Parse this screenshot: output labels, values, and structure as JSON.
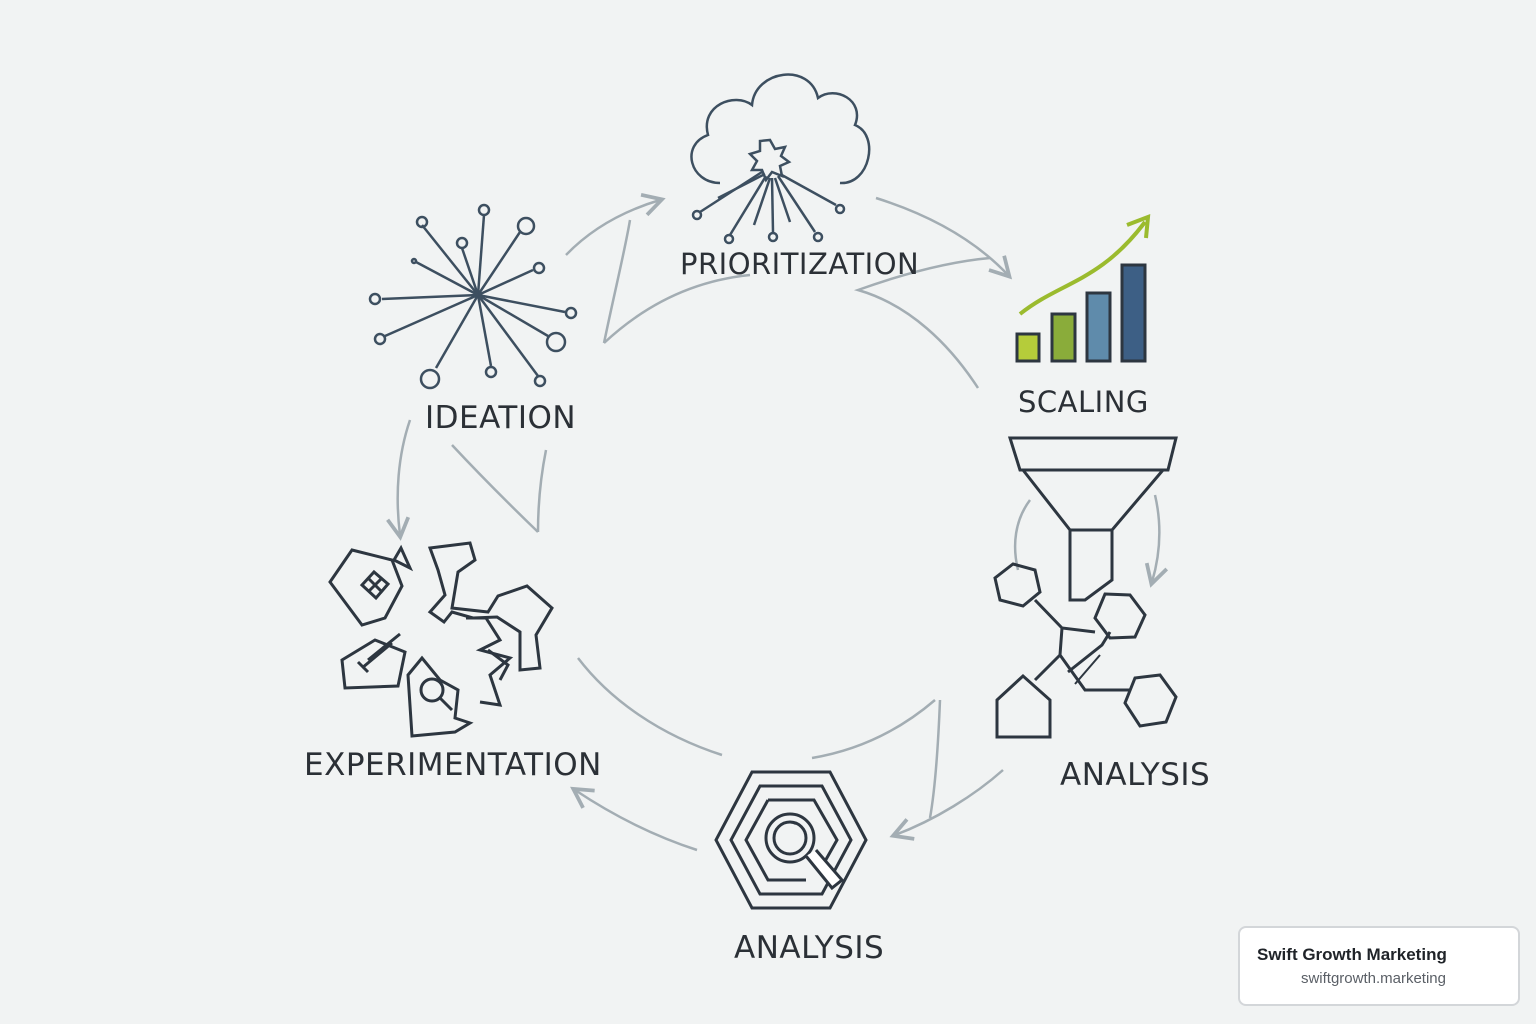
{
  "stages": [
    {
      "id": "prioritization",
      "label": "PRIORITIZATION",
      "icon": "cloud-network-icon"
    },
    {
      "id": "scaling",
      "label": "SCALING",
      "icon": "growth-bar-chart-icon"
    },
    {
      "id": "analysis-right",
      "label": "ANALYSIS",
      "icon": "funnel-hexagon-network-icon"
    },
    {
      "id": "analysis-bottom",
      "label": "ANALYSIS",
      "icon": "hexagon-magnifier-icon"
    },
    {
      "id": "experimentation",
      "label": "EXPERIMENTATION",
      "icon": "puzzle-tools-icon"
    },
    {
      "id": "ideation",
      "label": "IDEATION",
      "icon": "starburst-nodes-icon"
    }
  ],
  "badge": {
    "name": "Swift Growth Marketing",
    "site": "swiftgrowth.marketing",
    "icon": "fox-logo-icon"
  },
  "colors": {
    "background": "#f1f3f3",
    "line": "#3d4f60",
    "arrow": "#a3adb3",
    "bar_green": "#b5cc3a",
    "bar_olive": "#8aac3a",
    "bar_blue": "#5f8bab",
    "bar_navy": "#3d5f85",
    "trend": "#9bbb2e",
    "logo": "#ef6b2d"
  }
}
